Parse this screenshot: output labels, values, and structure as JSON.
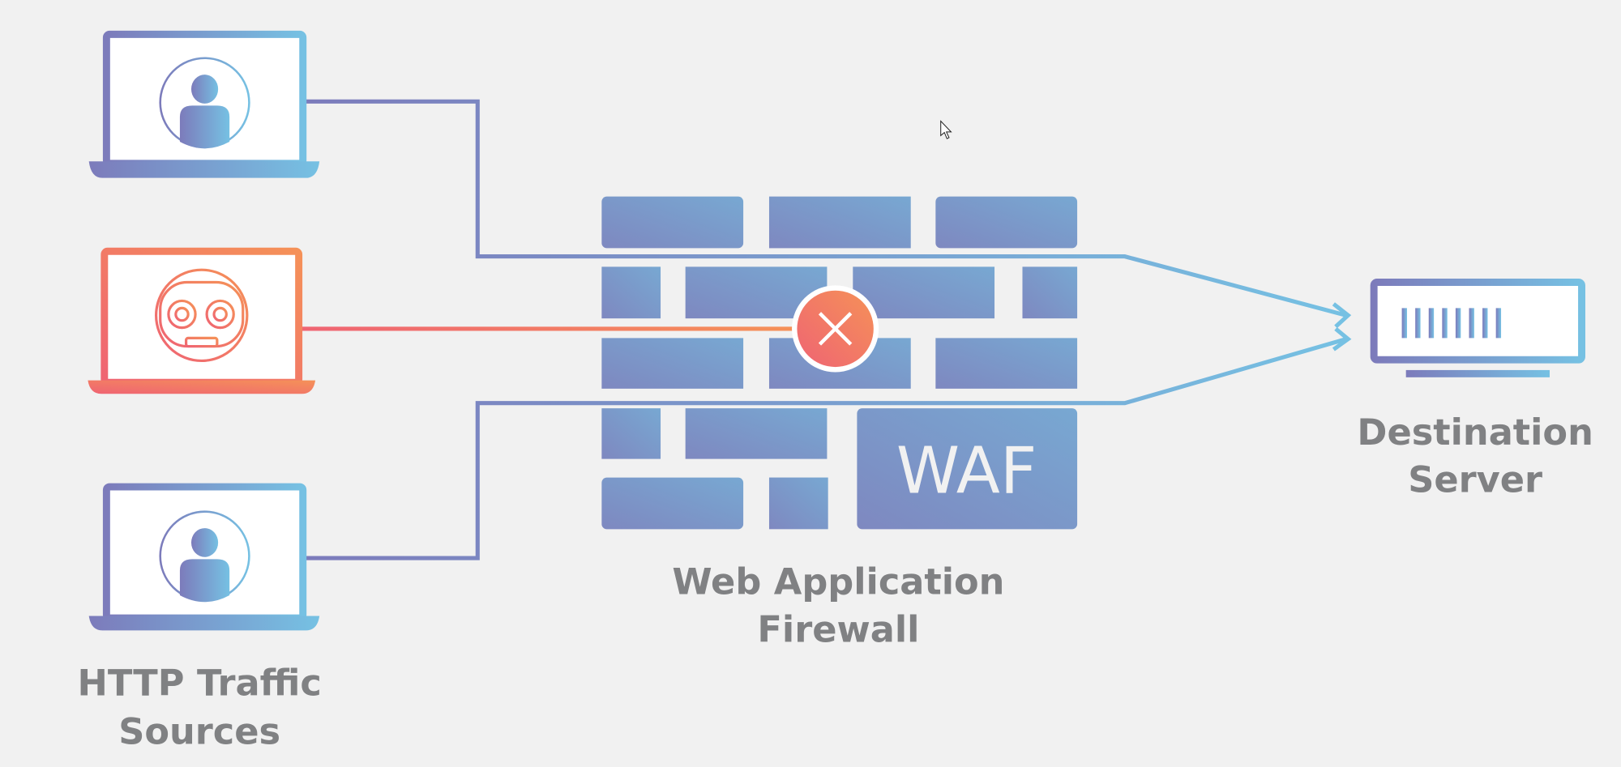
{
  "labels": {
    "sources": [
      "HTTP Traffic",
      "Sources"
    ],
    "firewall": [
      "Web Application",
      "Firewall"
    ],
    "server": [
      "Destination",
      "Server"
    ],
    "waf": "WAF"
  },
  "icons": [
    "user-icon",
    "bot-icon",
    "user-icon",
    "blocked-x-icon",
    "server-icon",
    "cursor-icon"
  ],
  "colors": {
    "background": "#f1f1f1",
    "blue_start": "#7c7bbb",
    "blue_end": "#76c1e3",
    "red_start": "#ef6473",
    "red_end": "#f59158",
    "wall": "#7b94c6",
    "label": "#808183"
  }
}
